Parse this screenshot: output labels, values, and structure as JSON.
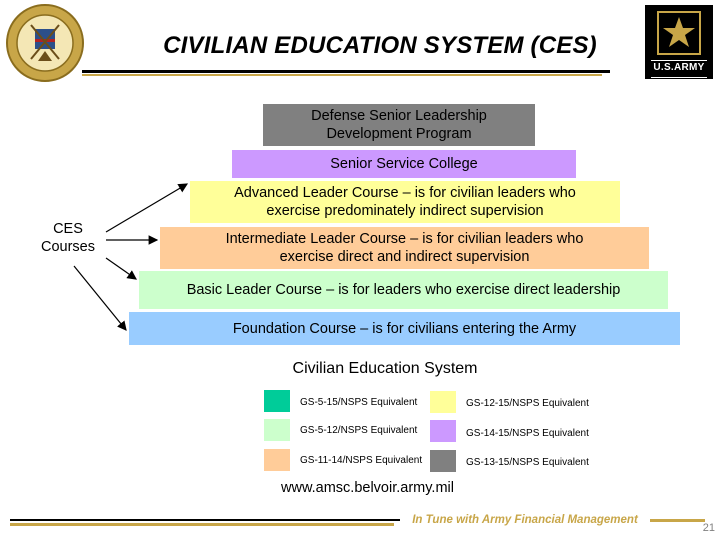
{
  "header": {
    "title": "CIVILIAN EDUCATION SYSTEM (CES)",
    "logo_text": "U.S.ARMY"
  },
  "pyramid": {
    "tiers": [
      {
        "label": "Defense Senior Leadership Development Program",
        "color": "#808080"
      },
      {
        "label": "Senior Service College",
        "color": "#cc99ff"
      },
      {
        "label": "Advanced Leader Course – is for civilian leaders who exercise predominately indirect supervision",
        "color": "#ffff99"
      },
      {
        "label": "Intermediate Leader Course – is for civilian leaders who exercise direct and indirect supervision",
        "color": "#ffcc99"
      },
      {
        "label": "Basic Leader Course – is for leaders who exercise direct leadership",
        "color": "#ccffcc"
      },
      {
        "label": "Foundation Course – is for civilians entering the Army",
        "color": "#99ccff"
      }
    ],
    "ces_label": "CES Courses"
  },
  "legend": {
    "title": "Civilian Education System",
    "items": [
      {
        "label": "GS-5-15/NSPS Equivalent",
        "color": "#00cc99"
      },
      {
        "label": "GS-5-12/NSPS Equivalent",
        "color": "#ccffcc"
      },
      {
        "label": "GS-11-14/NSPS Equivalent",
        "color": "#ffcc99"
      },
      {
        "label": "GS-12-15/NSPS Equivalent",
        "color": "#ffff99"
      },
      {
        "label": "GS-14-15/NSPS Equivalent",
        "color": "#cc99ff"
      },
      {
        "label": "GS-13-15/NSPS Equivalent",
        "color": "#808080"
      }
    ]
  },
  "url": "www.amsc.belvoir.army.mil",
  "footer": {
    "text": "In Tune with Army Financial Management",
    "page_number": "21"
  }
}
